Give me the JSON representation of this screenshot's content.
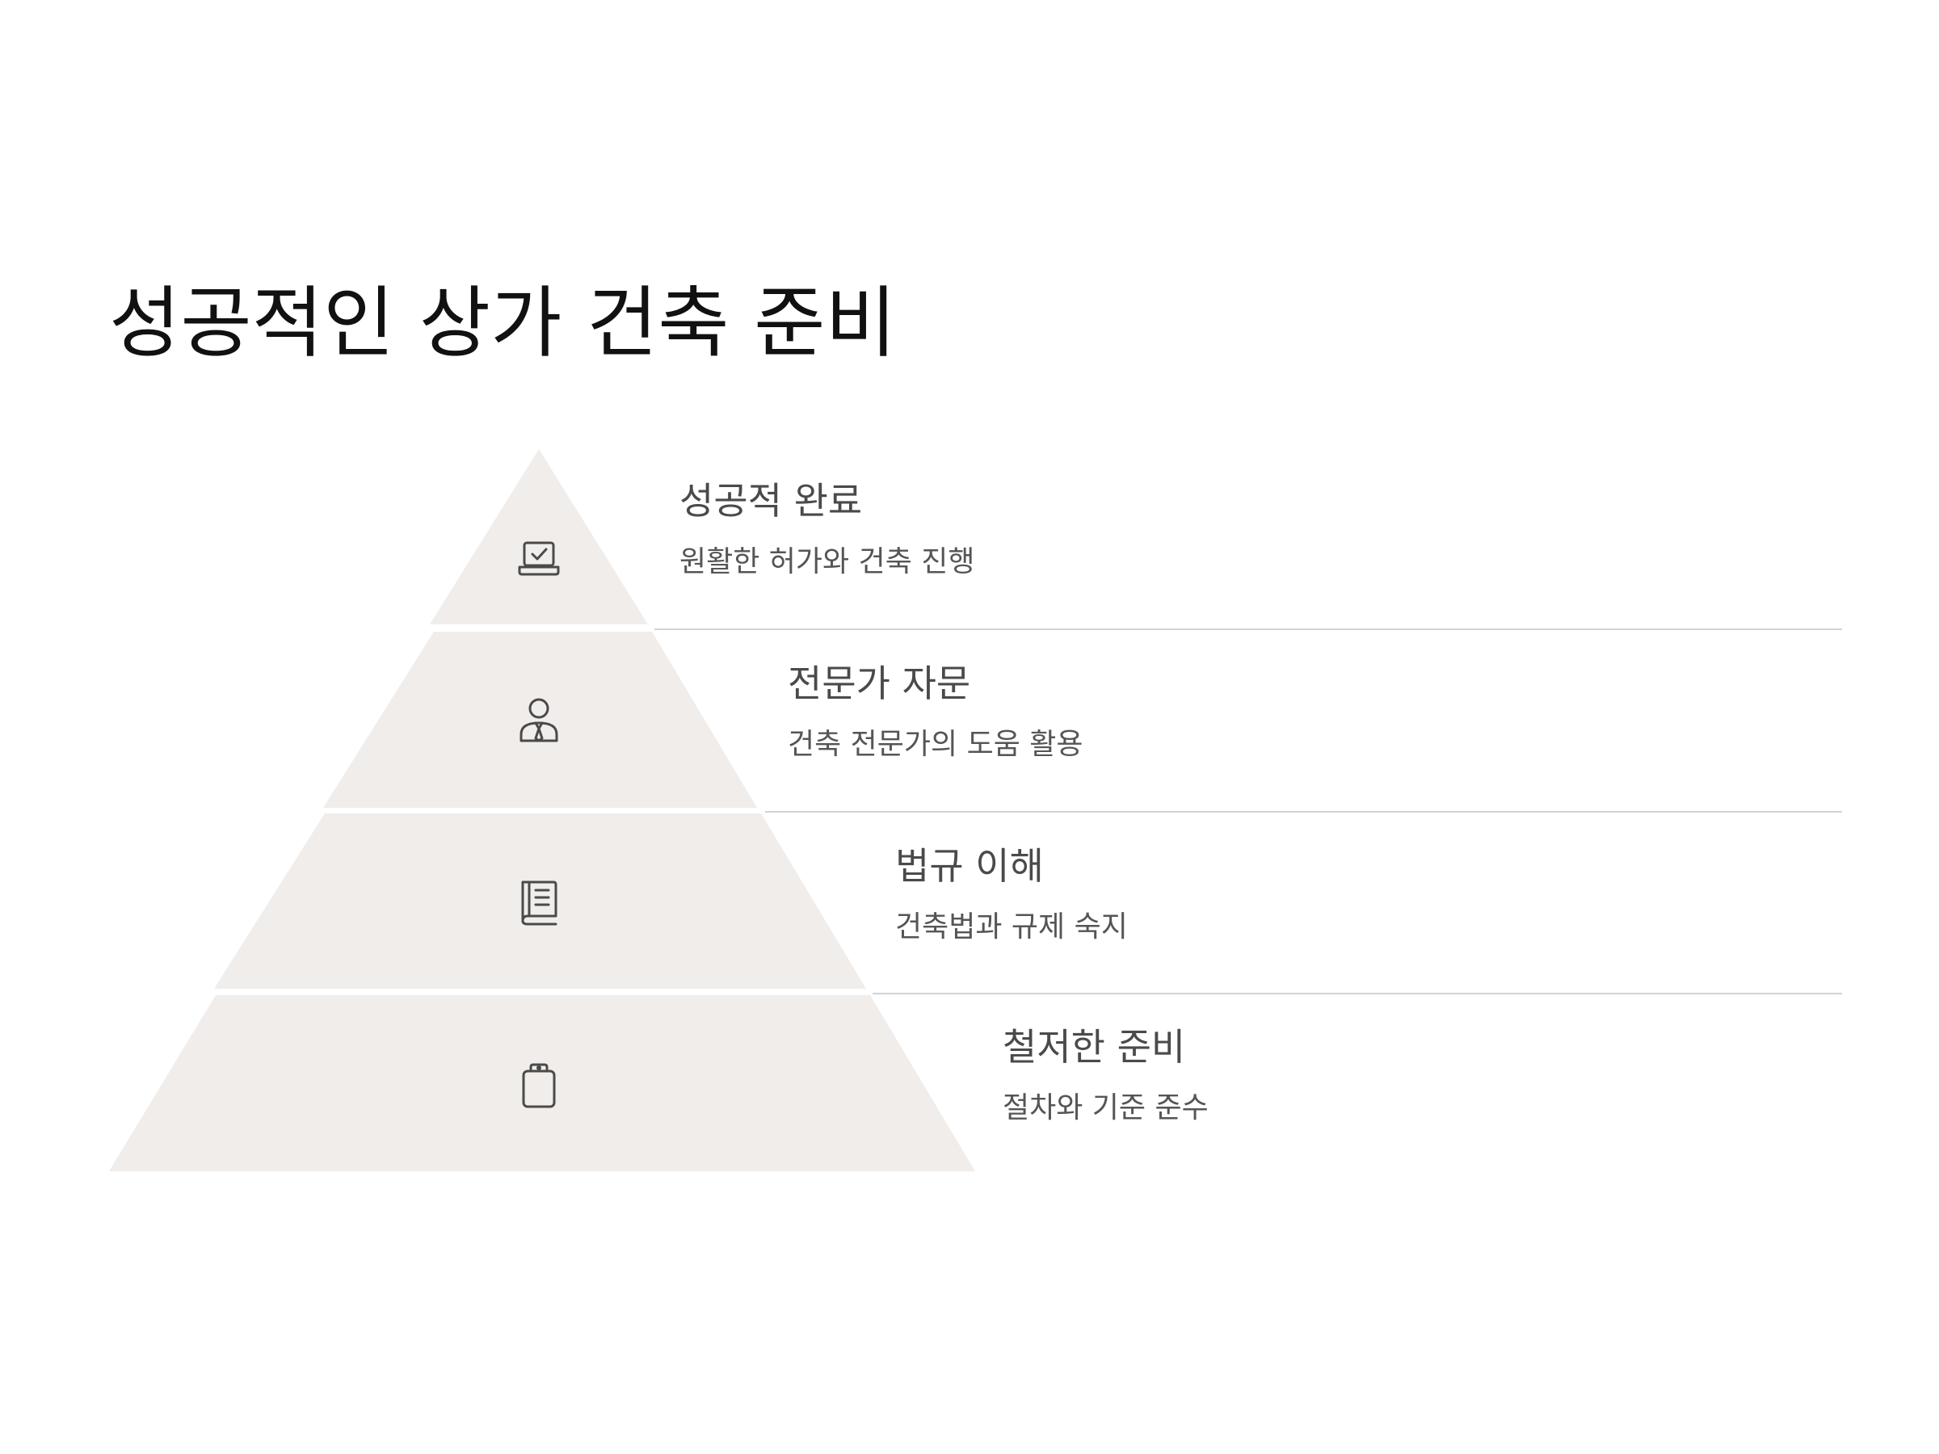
{
  "title": "성공적인 상가 건축 준비",
  "colors": {
    "tier_fill": "#f0edeb",
    "divider": "#d3d3d3",
    "icon_stroke": "#4a4a4a"
  },
  "levels": [
    {
      "title": "성공적 완료",
      "description": "원활한 허가와 건축 진행",
      "icon": "laptop-check-icon"
    },
    {
      "title": "전문가 자문",
      "description": "건축 전문가의 도움 활용",
      "icon": "person-tie-icon"
    },
    {
      "title": "법규 이해",
      "description": "건축법과 규제 숙지",
      "icon": "book-icon"
    },
    {
      "title": "철저한 준비",
      "description": "절차와 기준 준수",
      "icon": "clipboard-icon"
    }
  ]
}
